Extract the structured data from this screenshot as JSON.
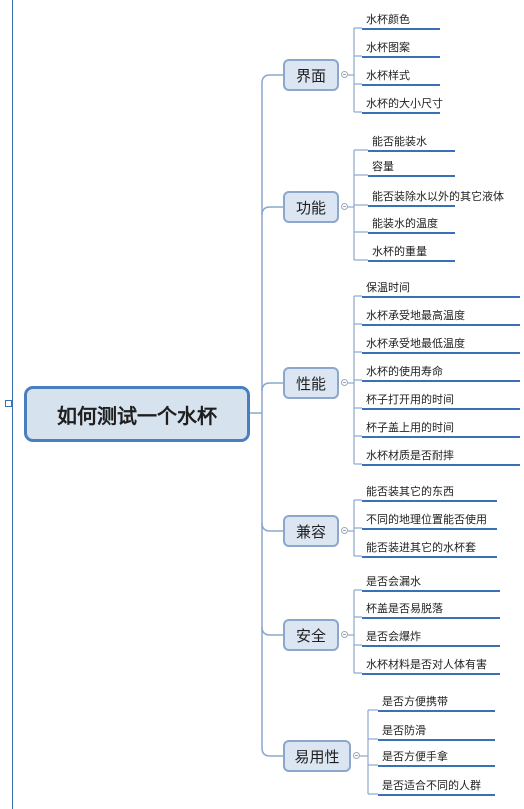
{
  "root": {
    "label": "如何测试一个水杯"
  },
  "branches": [
    {
      "label": "界面",
      "children": [
        "水杯颜色",
        "水杯图案",
        "水杯样式",
        "水杯的大小尺寸"
      ]
    },
    {
      "label": "功能",
      "children": [
        "能否能装水",
        "容量",
        "能否装除水以外的其它液体",
        "能装水的温度",
        "水杯的重量"
      ]
    },
    {
      "label": "性能",
      "children": [
        "保温时间",
        "水杯承受地最高温度",
        "水杯承受地最低温度",
        "水杯的使用寿命",
        "杯子打开用的时间",
        "杯子盖上用的时间",
        "水杯材质是否耐摔"
      ]
    },
    {
      "label": "兼容",
      "children": [
        "能否装其它的东西",
        "不同的地理位置能否使用",
        "能否装进其它的水杯套"
      ]
    },
    {
      "label": "安全",
      "children": [
        "是否会漏水",
        "杯盖是否易脱落",
        "是否会爆炸",
        "水杯材料是否对人体有害"
      ]
    },
    {
      "label": "易用性",
      "children": [
        "是否方便携带",
        "是否防滑",
        "是否方便手拿",
        "是否适合不同的人群"
      ]
    }
  ],
  "colors": {
    "line": "#8ba7cb",
    "leaf_underline": "#3b6fb6",
    "root_border": "#4a7fbf"
  }
}
